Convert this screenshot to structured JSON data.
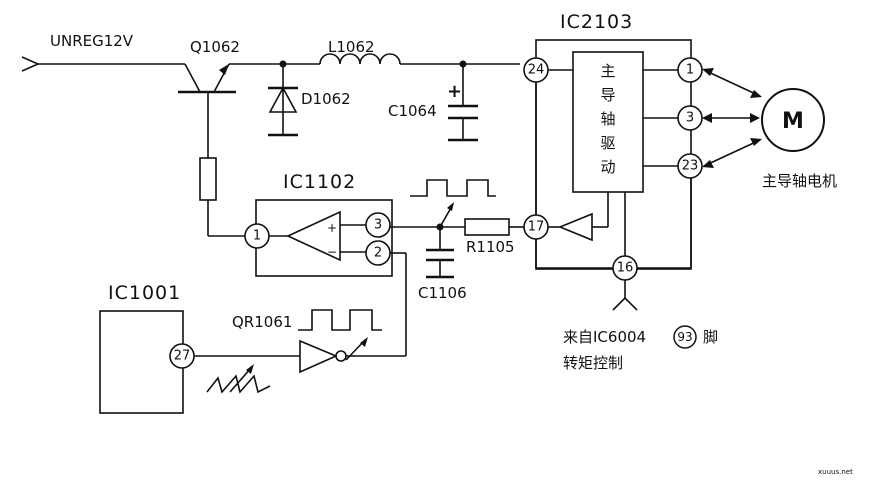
{
  "labels": {
    "supply": "UNREG12V",
    "transistor": "Q1062",
    "inductor": "L1062",
    "diode": "D1062",
    "capacitor_c1064": "C1064",
    "ic_driver": "IC2103",
    "ic_amp": "IC1102",
    "ic_ctrl": "IC1001",
    "resistor": "R1105",
    "capacitor_c1106": "C1106",
    "transistor_qr": "QR1061",
    "motor": "M",
    "motor_caption": "主导轴电机",
    "torque_line1_prefix": "来自IC6004",
    "torque_pin": "93",
    "torque_line1_suffix": "脚",
    "torque_line2": "转矩控制",
    "watermark": "xuuus.net"
  },
  "driver_block": [
    "主",
    "导",
    "轴",
    "驱",
    "动"
  ],
  "pins": {
    "p24": "24",
    "p1": "1",
    "p3": "3",
    "p23": "23",
    "p17": "17",
    "p16": "16",
    "amp_p1": "1",
    "amp_p3": "3",
    "amp_p2": "2",
    "ctrl_p27": "27"
  },
  "opamp_signs": {
    "plus": "+",
    "minus": "−"
  }
}
